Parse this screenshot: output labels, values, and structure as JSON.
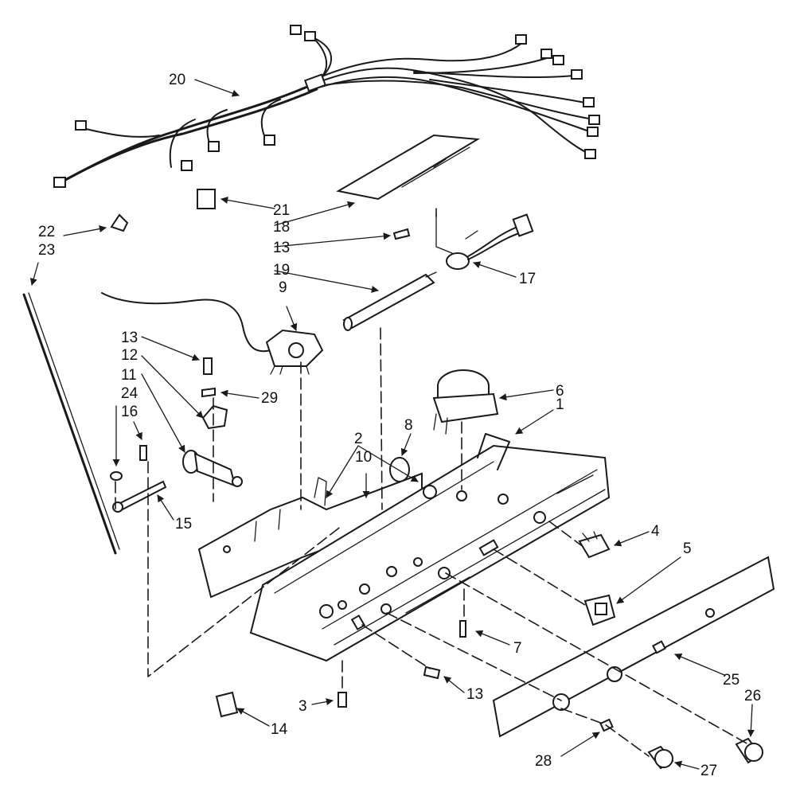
{
  "callouts": [
    {
      "id": "1",
      "label": "1"
    },
    {
      "id": "2",
      "label": "2"
    },
    {
      "id": "3",
      "label": "3"
    },
    {
      "id": "4",
      "label": "4"
    },
    {
      "id": "5",
      "label": "5"
    },
    {
      "id": "6",
      "label": "6"
    },
    {
      "id": "7",
      "label": "7"
    },
    {
      "id": "8",
      "label": "8"
    },
    {
      "id": "9",
      "label": "9"
    },
    {
      "id": "10",
      "label": "10"
    },
    {
      "id": "11",
      "label": "11"
    },
    {
      "id": "12",
      "label": "12"
    },
    {
      "id": "13a",
      "label": "13"
    },
    {
      "id": "13b",
      "label": "13"
    },
    {
      "id": "13c",
      "label": "13"
    },
    {
      "id": "14",
      "label": "14"
    },
    {
      "id": "15",
      "label": "15"
    },
    {
      "id": "16",
      "label": "16"
    },
    {
      "id": "17",
      "label": "17"
    },
    {
      "id": "18",
      "label": "18"
    },
    {
      "id": "19",
      "label": "19"
    },
    {
      "id": "20",
      "label": "20"
    },
    {
      "id": "21",
      "label": "21"
    },
    {
      "id": "22",
      "label": "22"
    },
    {
      "id": "23",
      "label": "23"
    },
    {
      "id": "24",
      "label": "24"
    },
    {
      "id": "25",
      "label": "25"
    },
    {
      "id": "26",
      "label": "26"
    },
    {
      "id": "27",
      "label": "27"
    },
    {
      "id": "28",
      "label": "28"
    },
    {
      "id": "29",
      "label": "29"
    }
  ]
}
